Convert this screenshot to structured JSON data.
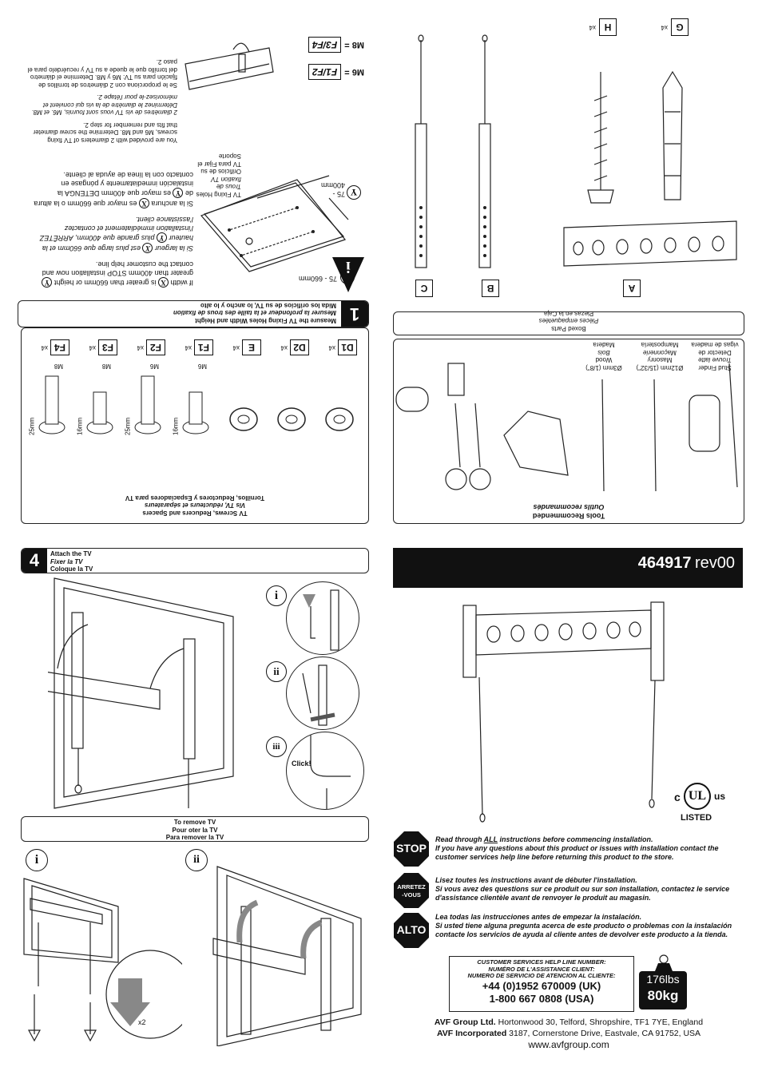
{
  "colors": {
    "accent": "#000000",
    "stop_red": "#111111",
    "warning": "#222222"
  },
  "step1": {
    "number": "1",
    "title_en": "Measure the TV Fixing Holes Width and Height",
    "title_fr": "Mesurer la profondeur et la taille des trous de fixation",
    "title_es": "Mida los orificios de su TV, lo ancho y lo alto",
    "dim_x": "75 - 660mm",
    "dim_y": "75 - 400mm",
    "label_x": "X",
    "label_y": "Y",
    "holes_en": "TV Fixing Holes",
    "holes_fr": "Trous de fixation TV",
    "holes_es": "Orificios de su TV para Fijar el Soporte",
    "warn_en_1": "If width",
    "warn_en_2": "is greater than 660mm or height",
    "warn_en_3": "greater than 400mm STOP installation now and contact the customer help line.",
    "warn_fr_1": "Si la largeur",
    "warn_fr_2": "est plus large que 660mm et la hauteur",
    "warn_fr_3": "plus grande que 400mm, ARRÊTEZ l'installation immédiatement et contactez l'assistance client.",
    "warn_es_1": "Si la anchura",
    "warn_es_2": "es mayor que 660mm o la altura de",
    "warn_es_3": "es mayor que 400mm DETENGA la instalación inmediatamente y póngase en contacto con la línea de ayuda al cliente.",
    "screws_en": "You are provided with 2 diameters of TV fixing screws, M6 and M8. Determine the screw diameter that fits and remember for step 2.",
    "screws_fr": "2 diamètres de vis TV vous sont fournis, M6. et M8. Déterminez le diamètre de la vis qui convient et mémorisez-le pour l'étape 2.",
    "screws_es": "Se le proporciona con 2 diámetros de tornillos de fijación para su TV: M6 y M8. Determine el diámetro del tornillo que le quede a su TV y recuérdelo para el paso 2.",
    "m6_label": "M6 =",
    "m6_value": "F1/F2",
    "m8_label": "M8 =",
    "m8_value": "F3/F4",
    "info_icon": "i"
  },
  "screws_box": {
    "title_en": "TV Screws, Reducers and Spacers",
    "title_fr": "Vis TV, réducteurs et séparateurs",
    "title_es": "Tornillos, Reductores y Espaciadores para TV",
    "parts": [
      {
        "code": "D1",
        "qty": "x4"
      },
      {
        "code": "D2",
        "qty": "x4"
      },
      {
        "code": "E",
        "qty": "x4"
      },
      {
        "code": "F1",
        "qty": "x4",
        "size": "M6",
        "len": "16mm"
      },
      {
        "code": "F2",
        "qty": "x4",
        "size": "M6",
        "len": "25mm"
      },
      {
        "code": "F3",
        "qty": "x4",
        "size": "M8",
        "len": "16mm"
      },
      {
        "code": "F4",
        "qty": "x4",
        "size": "M8",
        "len": "25mm"
      }
    ]
  },
  "parts_top": {
    "G": {
      "code": "G",
      "qty": "x4"
    },
    "H": {
      "code": "H",
      "qty": "x4"
    },
    "A": "A",
    "B": "B",
    "C": "C",
    "boxed_en": "Boxed Parts",
    "boxed_fr": "Pièces empaquetées",
    "boxed_es": "Piezas en la Caja"
  },
  "tools_box": {
    "title_en": "Tools Recommended",
    "title_fr": "Outils recommandés",
    "stud_en": "Stud Finder",
    "stud_fr": "Trouve latte",
    "stud_es": "Detector de vigas de madera",
    "drill12": "Ø12mm (15/32\")",
    "masonry_en": "Masonry",
    "masonry_fr": "Maçonnerie",
    "masonry_es": "Mampostería",
    "drill3": "Ø3mm (1/8\")",
    "wood_en": "Wood",
    "wood_fr": "Bois",
    "wood_es": "Madera"
  },
  "step4": {
    "number": "4",
    "title_en": "Attach the TV",
    "title_fr": "Fixer la TV",
    "title_es": "Coloque la TV",
    "sub_i": "i",
    "sub_ii": "ii",
    "sub_iii": "iii",
    "click": "Click!",
    "remove_en": "To remove TV",
    "remove_fr": "Pour oter la TV",
    "remove_es": "Para remover la TV",
    "rm_i": "i",
    "rm_ii": "ii",
    "x2": "x2"
  },
  "cover": {
    "product_code": "464917",
    "rev": "rev00",
    "ul_c": "c",
    "ul_us": "us",
    "ul_listed": "LISTED",
    "stop": "STOP",
    "arretez_1": "ARRETEZ",
    "arretez_2": "-VOUS",
    "alto": "ALTO",
    "stop_text_1a": "Read through ",
    "stop_text_1b": "ALL",
    "stop_text_1c": " instructions before commencing installation.",
    "stop_text_2": "If you have any questions about this product or issues with installation contact the customer services help line before returning this product to the store.",
    "arretez_text_1": "Lisez toutes les instructions avant de débuter l'installation.",
    "arretez_text_2": "Si vous avez des questions sur ce produit ou sur son installation, contactez le service d'assistance clientèle avant de renvoyer le produit  au magasin.",
    "alto_text_1": "Lea todas las instrucciones antes de empezar la instalación.",
    "alto_text_2": "Si usted  tiene alguna pregunta acerca de este producto o problemas con la instalación contacte los servicios de ayuda al cliente antes de devolver este producto a la tienda.",
    "help_1": "CUSTOMER SERVICES HELP LINE NUMBER:",
    "help_2": "NUMÉRO DE L'ASSISTANCE CLIENT:",
    "help_3": "NUMERO DE SERVICIO DE ATENCION AL CLIENTE:",
    "phone_uk": "+44 (0)1952 670009 (UK)",
    "phone_us": "1-800 667 0808 (USA)",
    "weight_lbs": "176lbs",
    "weight_kg": "80kg",
    "addr_uk_name": "AVF Group Ltd.",
    "addr_uk": " Hortonwood 30, Telford, Shropshire, TF1 7YE, England",
    "addr_us_name": "AVF Incorporated",
    "addr_us": " 3187, Cornerstone Drive, Eastvale, CA 91752, USA",
    "website": "www.avfgroup.com"
  }
}
